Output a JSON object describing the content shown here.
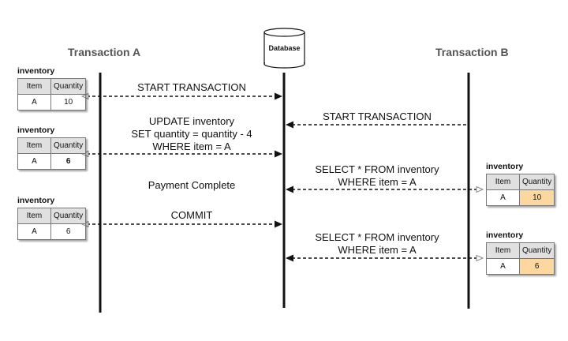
{
  "headers": {
    "transaction_a": "Transaction A",
    "database": "Database",
    "transaction_b": "Transaction B"
  },
  "messages": {
    "a_start": "START TRANSACTION",
    "b_start": "START TRANSACTION",
    "a_update_line1": "UPDATE inventory",
    "a_update_line2": "SET quantity = quantity - 4",
    "a_update_line3": "WHERE item = A",
    "b_select1_line1": "SELECT * FROM inventory",
    "b_select1_line2": "WHERE item = A",
    "payment_complete": "Payment Complete",
    "a_commit": "COMMIT",
    "b_select2_line1": "SELECT * FROM inventory",
    "b_select2_line2": "WHERE item = A"
  },
  "tables": {
    "title": "inventory",
    "col_item": "Item",
    "col_quantity": "Quantity",
    "a1": {
      "item": "A",
      "quantity": "10"
    },
    "a2": {
      "item": "A",
      "quantity": "6"
    },
    "a3": {
      "item": "A",
      "quantity": "6"
    },
    "b1": {
      "item": "A",
      "quantity": "10"
    },
    "b2": {
      "item": "A",
      "quantity": "6"
    }
  },
  "colors": {
    "line": "#111111",
    "highlight": "#fcd8a0",
    "header_text": "#555555"
  }
}
